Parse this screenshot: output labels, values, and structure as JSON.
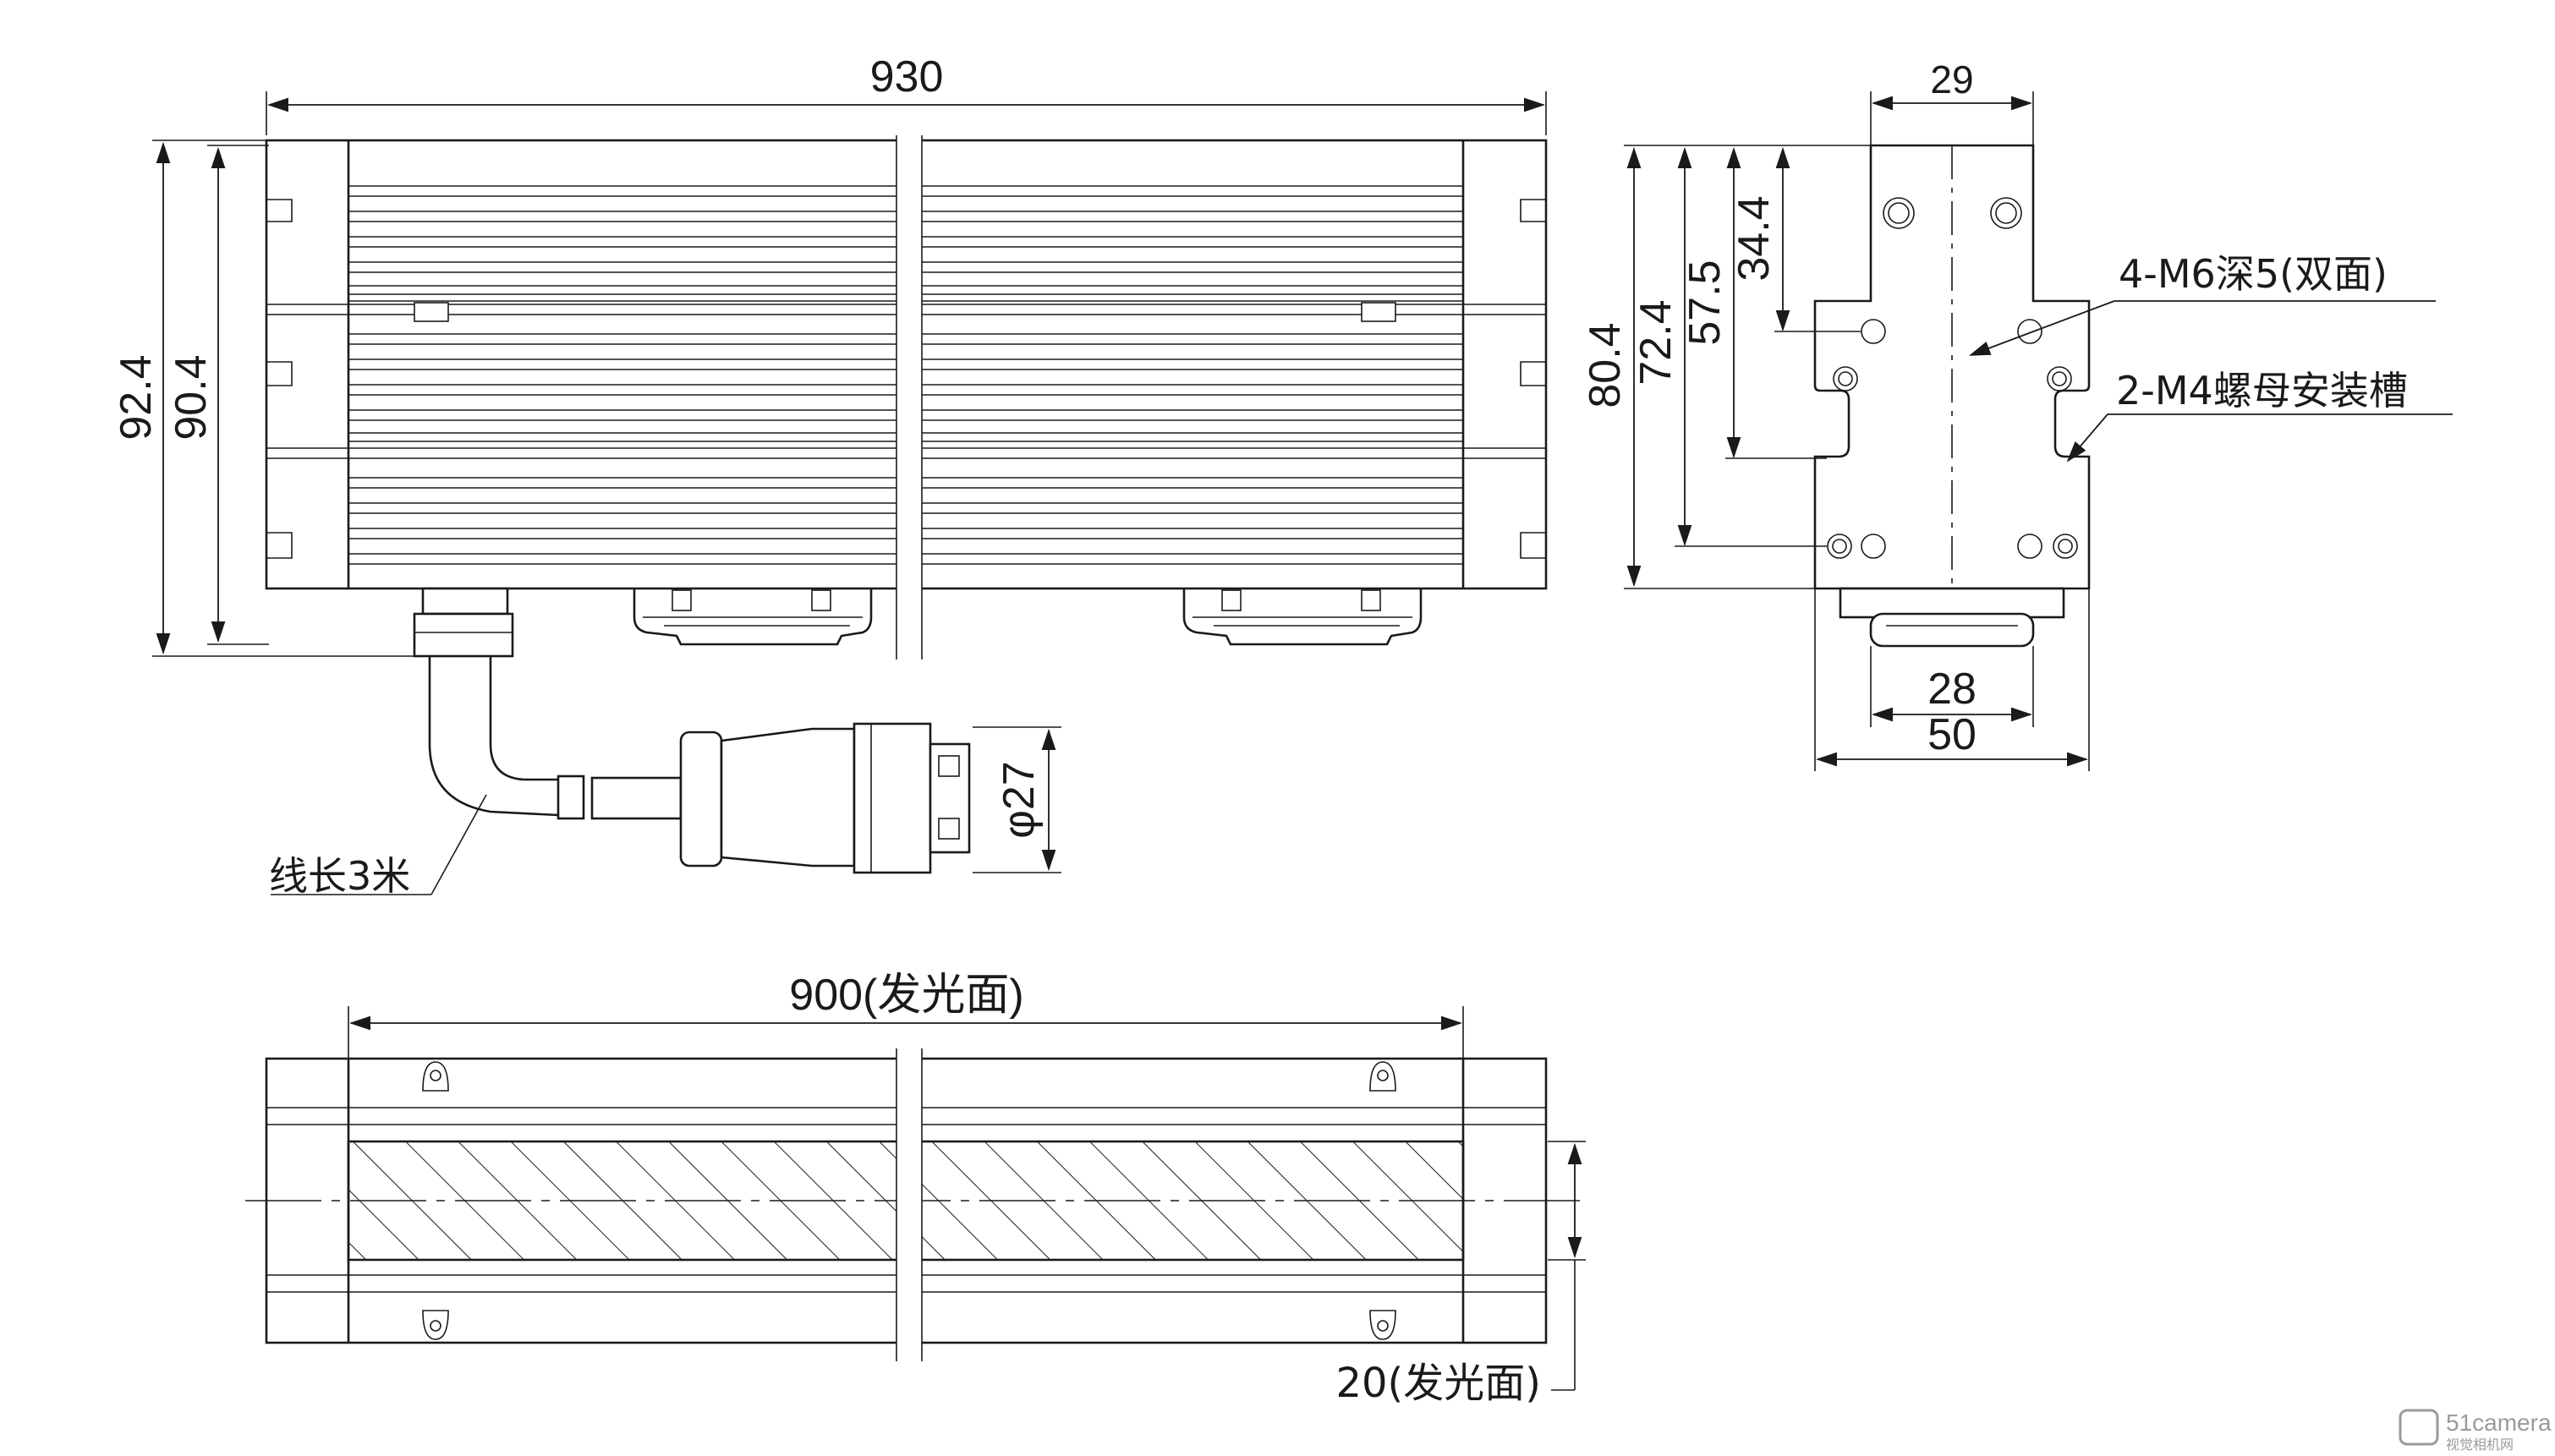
{
  "front_view": {
    "width_dim": "930",
    "height_outer_dim": "92.4",
    "height_inner_dim": "90.4",
    "cable_diameter_dim": "φ27",
    "cable_length_note": "线长3米"
  },
  "side_view": {
    "top_width_dim": "29",
    "height_dims": [
      "80.4",
      "72.4",
      "57.5",
      "34.4"
    ],
    "note_thread": "4-M6深5(双面)",
    "note_slot": "2-M4螺母安装槽",
    "bottom_inner_dim": "28",
    "bottom_outer_dim": "50"
  },
  "bottom_view": {
    "emitting_length_dim": "900(发光面)",
    "emitting_width_dim": "20(发光面)"
  },
  "watermark": {
    "brand": "51camera",
    "sub": "视觉相机网"
  }
}
